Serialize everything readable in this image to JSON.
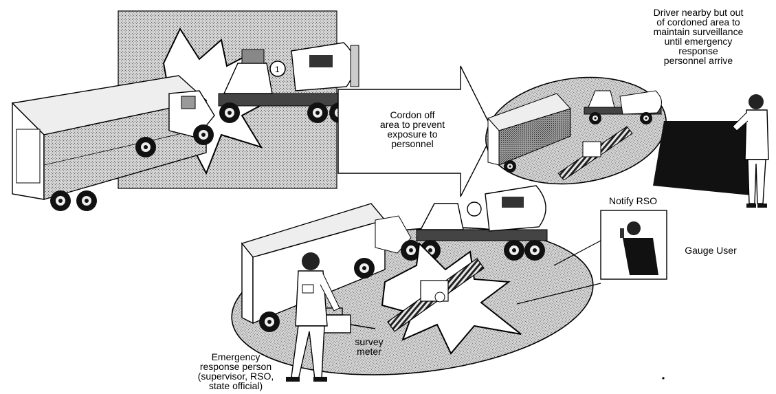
{
  "labels": {
    "driver_note": [
      "Driver nearby but out",
      "of cordoned area to",
      "maintain surveillance",
      "until emergency",
      "response",
      "personnel arrive"
    ],
    "cordon_note": [
      "Cordon off",
      "area to prevent",
      "exposure to",
      "personnel"
    ],
    "notify": "Notify RSO",
    "gauge_user": "Gauge User",
    "survey_meter": [
      "survey",
      "meter"
    ],
    "emergency_person": [
      "Emergency",
      "response person",
      "(supervisor, RSO,",
      "state official)"
    ]
  },
  "colors": {
    "stipple_fill": "#c9c9c9",
    "dark_fill": "#1a1a1a",
    "ink": "#000000",
    "paper": "#ffffff"
  }
}
